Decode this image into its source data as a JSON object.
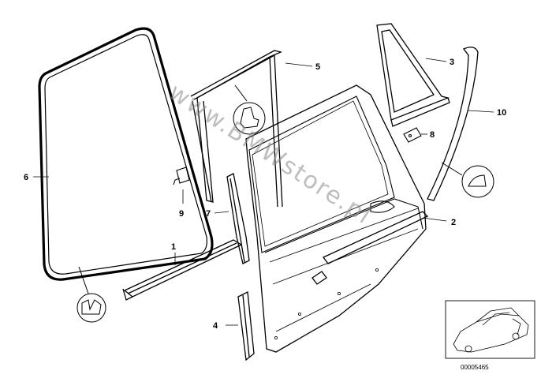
{
  "diagram": {
    "watermark": "www.BMWstore.pl",
    "reference_number": "00005465",
    "callouts": [
      {
        "id": "p1",
        "label": "1"
      },
      {
        "id": "p2",
        "label": "2"
      },
      {
        "id": "p3",
        "label": "3"
      },
      {
        "id": "p4",
        "label": "4"
      },
      {
        "id": "p5",
        "label": "5"
      },
      {
        "id": "p6",
        "label": "6"
      },
      {
        "id": "p7",
        "label": "7"
      },
      {
        "id": "p8",
        "label": "8"
      },
      {
        "id": "p9",
        "label": "9"
      },
      {
        "id": "p10",
        "label": "10"
      }
    ]
  }
}
